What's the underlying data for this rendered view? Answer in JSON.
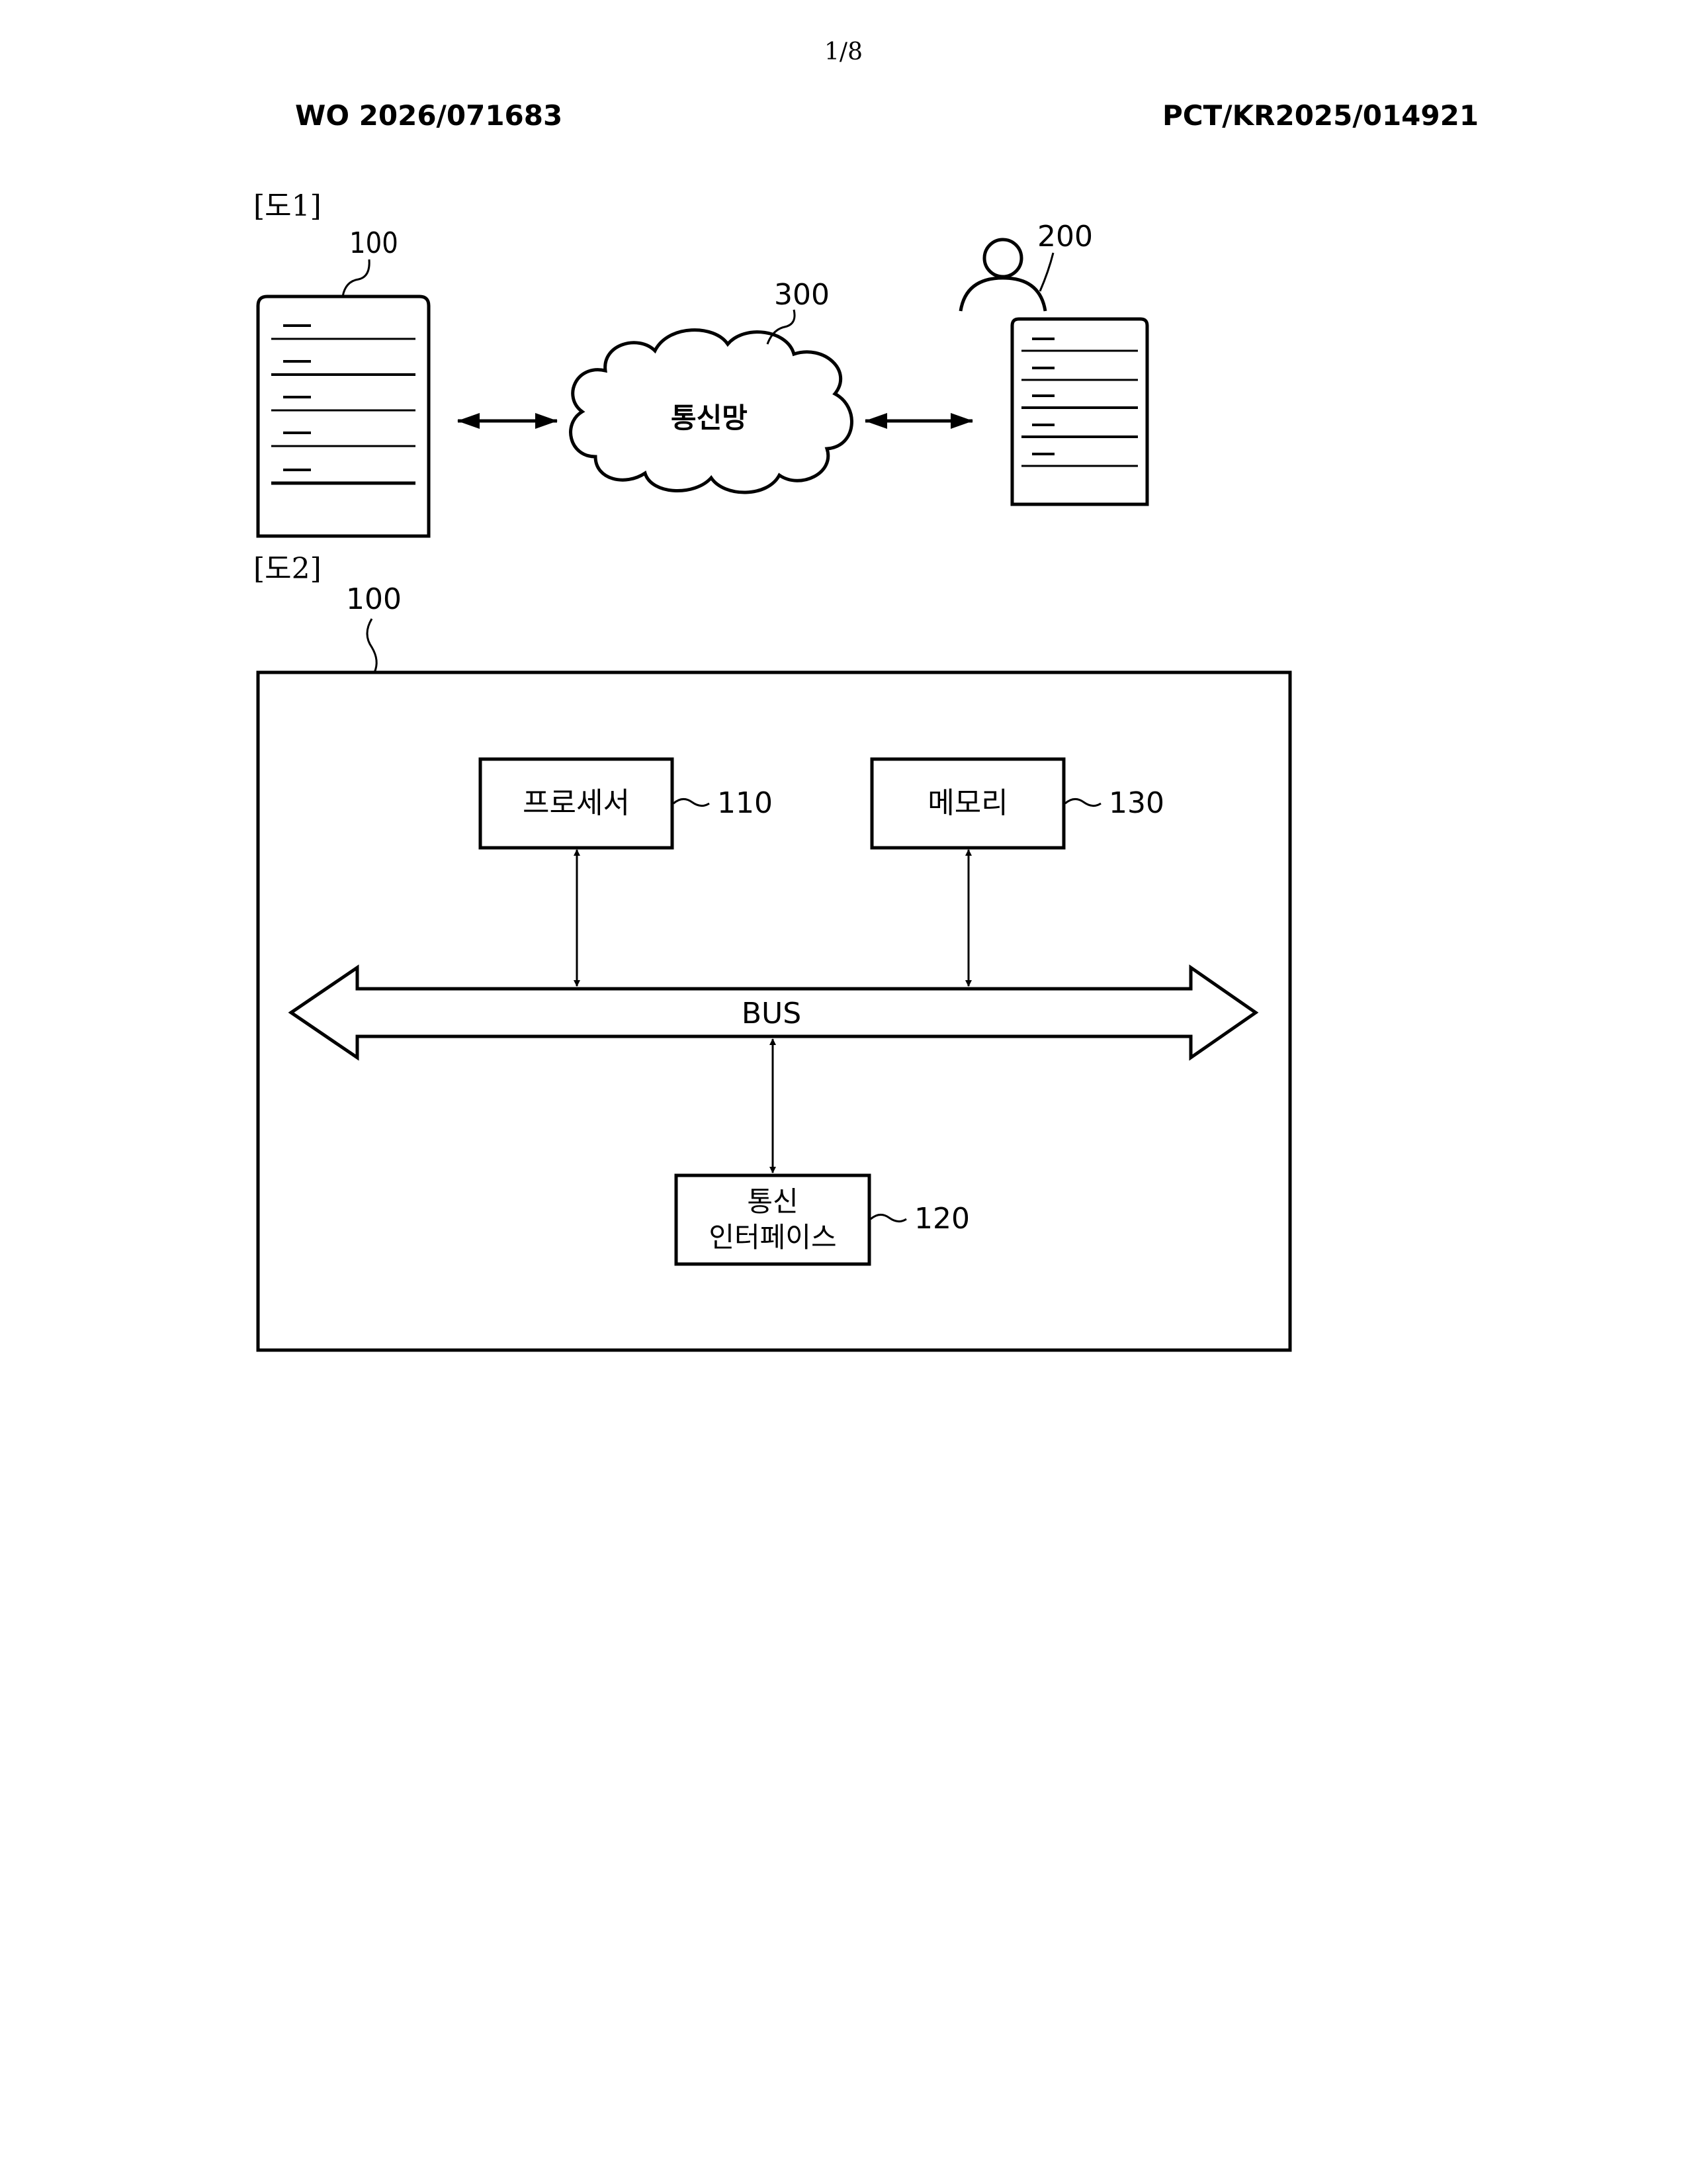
{
  "header": {
    "page_number": "1/8",
    "publication_number": "WO 2026/071683",
    "application_number": "PCT/KR2025/014921"
  },
  "figure1": {
    "label": "[도1]",
    "server_ref": "100",
    "network_ref": "300",
    "network_label": "통신망",
    "user_device_ref": "200"
  },
  "figure2": {
    "label": "[도2]",
    "device_ref": "100",
    "processor_label": "프로세서",
    "processor_ref": "110",
    "memory_label": "메모리",
    "memory_ref": "130",
    "bus_label": "BUS",
    "comm_interface_label_line1": "통신",
    "comm_interface_label_line2": "인터페이스",
    "comm_interface_ref": "120"
  }
}
